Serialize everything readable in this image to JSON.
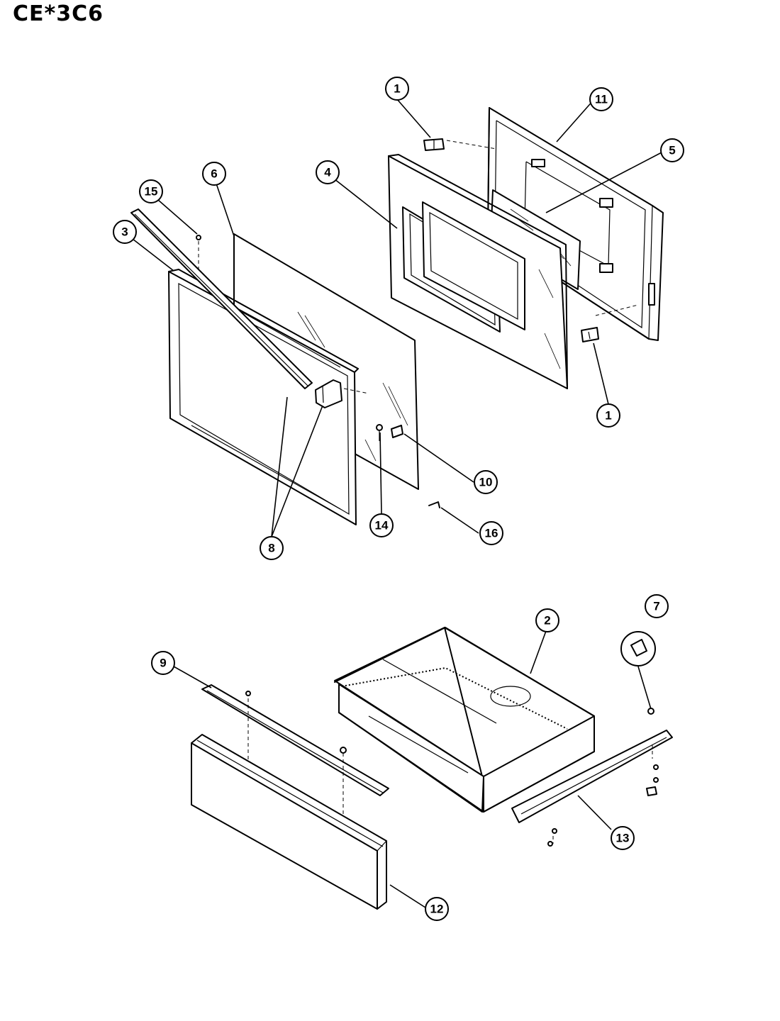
{
  "title": "CE*3C6",
  "callouts": [
    {
      "id": "c1a",
      "label": "1"
    },
    {
      "id": "c11",
      "label": "11"
    },
    {
      "id": "c5",
      "label": "5"
    },
    {
      "id": "c4",
      "label": "4"
    },
    {
      "id": "c6",
      "label": "6"
    },
    {
      "id": "c15",
      "label": "15"
    },
    {
      "id": "c3",
      "label": "3"
    },
    {
      "id": "c1b",
      "label": "1"
    },
    {
      "id": "c10",
      "label": "10"
    },
    {
      "id": "c14",
      "label": "14"
    },
    {
      "id": "c16",
      "label": "16"
    },
    {
      "id": "c8",
      "label": "8"
    },
    {
      "id": "c7",
      "label": "7"
    },
    {
      "id": "c2",
      "label": "2"
    },
    {
      "id": "c9",
      "label": "9"
    },
    {
      "id": "c13",
      "label": "13"
    },
    {
      "id": "c12",
      "label": "12"
    }
  ]
}
